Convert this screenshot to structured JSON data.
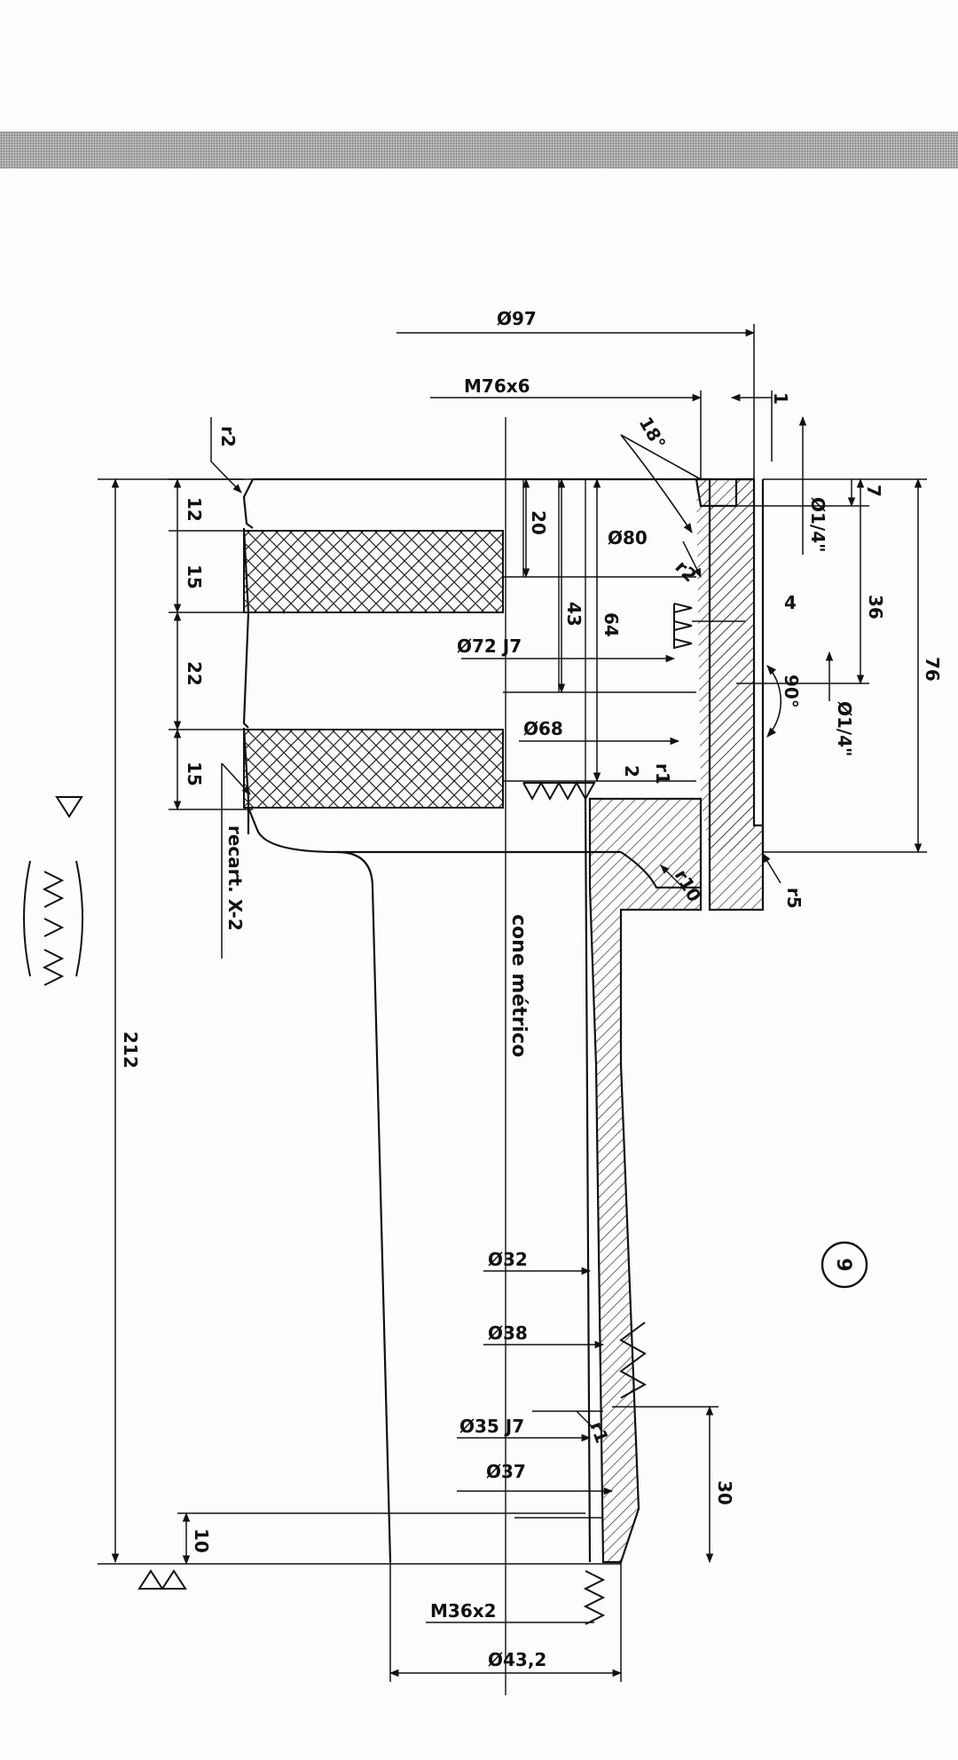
{
  "drawing": {
    "sheet_number": "9",
    "dimensions": {
      "d97": "Ø97",
      "m76": "M76x6",
      "one": "1",
      "angle18": "18°",
      "r2_top": "r2",
      "d12": "12",
      "d15a": "15",
      "d22": "22",
      "d15b": "15",
      "d20": "20",
      "d43": "43",
      "d64": "64",
      "d80": "Ø80",
      "r2_inner": "r2",
      "d72": "Ø72 J7",
      "d68": "Ø68",
      "d2": "2",
      "r1_a": "r1",
      "d7": "7",
      "d36": "36",
      "d76": "76",
      "quarter_a": "Ø1/4\"",
      "quarter_b": "Ø1/4\"",
      "d4": "4",
      "angle90": "90°",
      "r10": "r10",
      "r5": "r5",
      "recart": "recart. X-2",
      "d212": "212",
      "cone": "cone métrico",
      "d32": "Ø32",
      "d38": "Ø38",
      "d35": "Ø35 J7",
      "r1_b": "r1",
      "d37": "Ø37",
      "d30": "30",
      "d10": "10",
      "m36": "M36x2",
      "d43_2": "Ø43,2"
    }
  }
}
